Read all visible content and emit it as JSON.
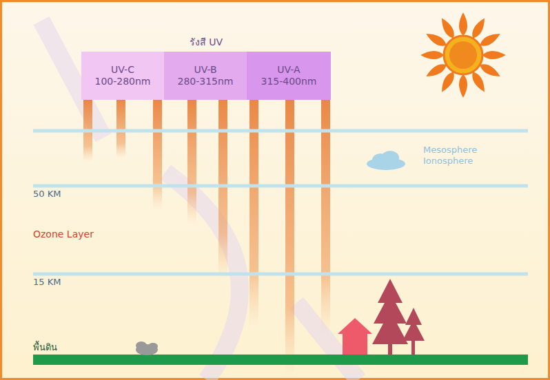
{
  "diagram": {
    "title": "รังสี UV",
    "nodes": [
      {
        "text": [
          "UV-C",
          "100-280nm"
        ]
      },
      {
        "text": [
          "UV-B",
          "280-315nm"
        ]
      },
      {
        "text": [
          "UV-A",
          "315-400nm"
        ]
      }
    ],
    "labels": [
      "Mesosphere Ionosphere",
      "50 KM",
      "Ozone Layer",
      "15 KM",
      "พื้นดิน"
    ]
  }
}
